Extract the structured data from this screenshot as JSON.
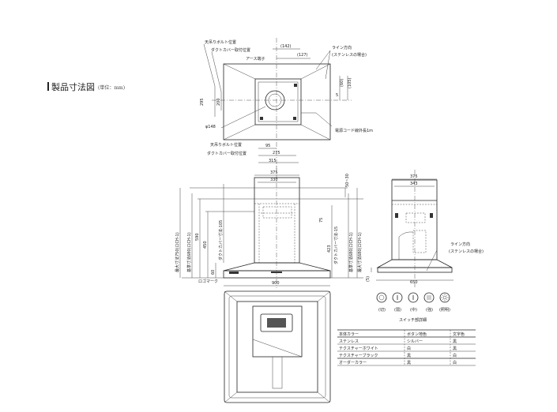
{
  "title": "製品寸法図",
  "unit": "(単位：mm)",
  "top_view": {
    "ceiling_bolt": "天吊りボルト位置",
    "duct_cover": "ダクトカバー取付位置",
    "dim_142": "(142)",
    "dim_127": "(127)",
    "earth": "アース端子",
    "line_dir": "ライン方向",
    "stainless": "(ステンレスの場合)",
    "dim_60": "(60)",
    "dim_105": "(105)",
    "dim_5": "5",
    "dim_295": "295",
    "dim_200": "200",
    "phi148": "φ148",
    "cord": "電源コード線外長1m",
    "ceiling_bolt2": "天吊りボルト位置",
    "duct_cover2": "ダクトカバー取付位置",
    "dim_95": "95",
    "dim_275": "275",
    "dim_315": "315"
  },
  "front_view": {
    "dim_375": "375",
    "dim_330": "330",
    "dim_900": "900",
    "max_left": "最大寸法750(ロCH-1)",
    "std_left": "基準寸法680(ロCH-1)",
    "dim_590": "590",
    "dim_450": "450",
    "duct_left": "ダクトカバー寸法-105",
    "dim_60": "60",
    "dim_50_30": "50~30",
    "dim_75": "75",
    "duct_right": "ダクトカバー寸法-15",
    "dim_423": "423",
    "std_right": "基準寸法680(ロCH-1)",
    "max_right": "最大寸法680(ロCH-1)",
    "logo": "ロゴマーク"
  },
  "side_view": {
    "dim_375": "375",
    "dim_343": "343",
    "dim_650": "650",
    "dim_5": "(5)",
    "line_dir": "ライン方向",
    "stainless": "(ステンレスの場合)"
  },
  "switches": {
    "labels": [
      "(切)",
      "(弱)",
      "(中)",
      "(強)",
      "(照明)"
    ],
    "caption": "スイッチ部詳細"
  },
  "table": {
    "headers": [
      "本体カラー",
      "ボタン地色",
      "文字色"
    ],
    "rows": [
      [
        "ステンレス",
        "シルバー",
        "黒"
      ],
      [
        "テクスチャーホワイト",
        "白",
        "黒"
      ],
      [
        "テクスチャーブラック",
        "黒",
        "白"
      ],
      [
        "オーダーカラー",
        "黒",
        "白"
      ]
    ]
  }
}
